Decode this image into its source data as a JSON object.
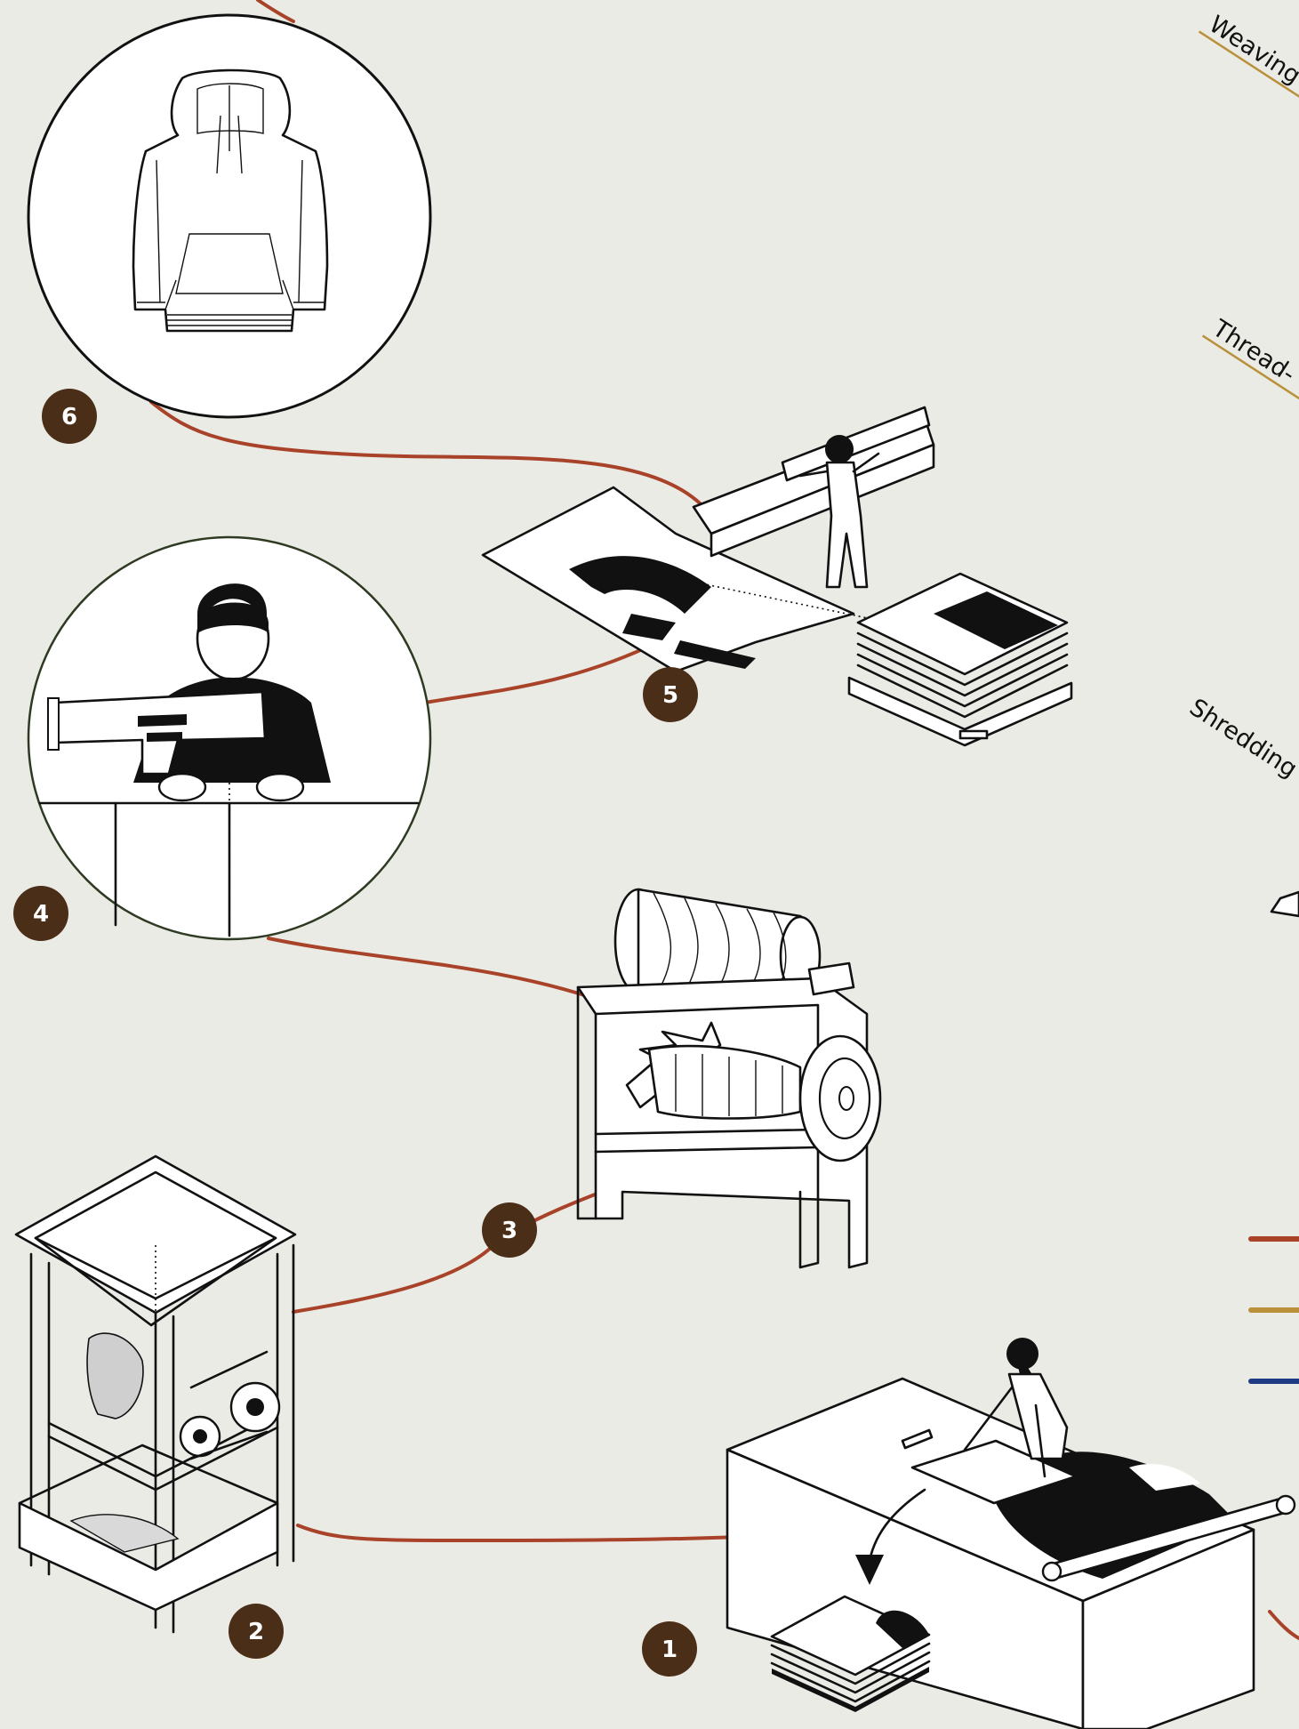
{
  "colors": {
    "background": "#ebebe6",
    "process_path": "#a8432a",
    "legend_gold": "#b8913a",
    "legend_blue": "#1f3b84",
    "badge": "#4b2e17"
  },
  "steps": [
    {
      "number": "1",
      "icon": "cutting-table-icon"
    },
    {
      "number": "2",
      "icon": "shredder-hopper-icon"
    },
    {
      "number": "3",
      "icon": "carding-machine-icon"
    },
    {
      "number": "4",
      "icon": "sewing-worker-icon"
    },
    {
      "number": "5",
      "icon": "fabric-press-icon"
    },
    {
      "number": "6",
      "icon": "hoodie-icon"
    }
  ],
  "side_labels": {
    "weaving": "Weaving",
    "thread": "Thread-",
    "shredding": "Shredding"
  },
  "legend_lines": [
    {
      "color": "#a8432a",
      "label": ""
    },
    {
      "color": "#b8913a",
      "label": ""
    },
    {
      "color": "#1f3b84",
      "label": ""
    }
  ]
}
